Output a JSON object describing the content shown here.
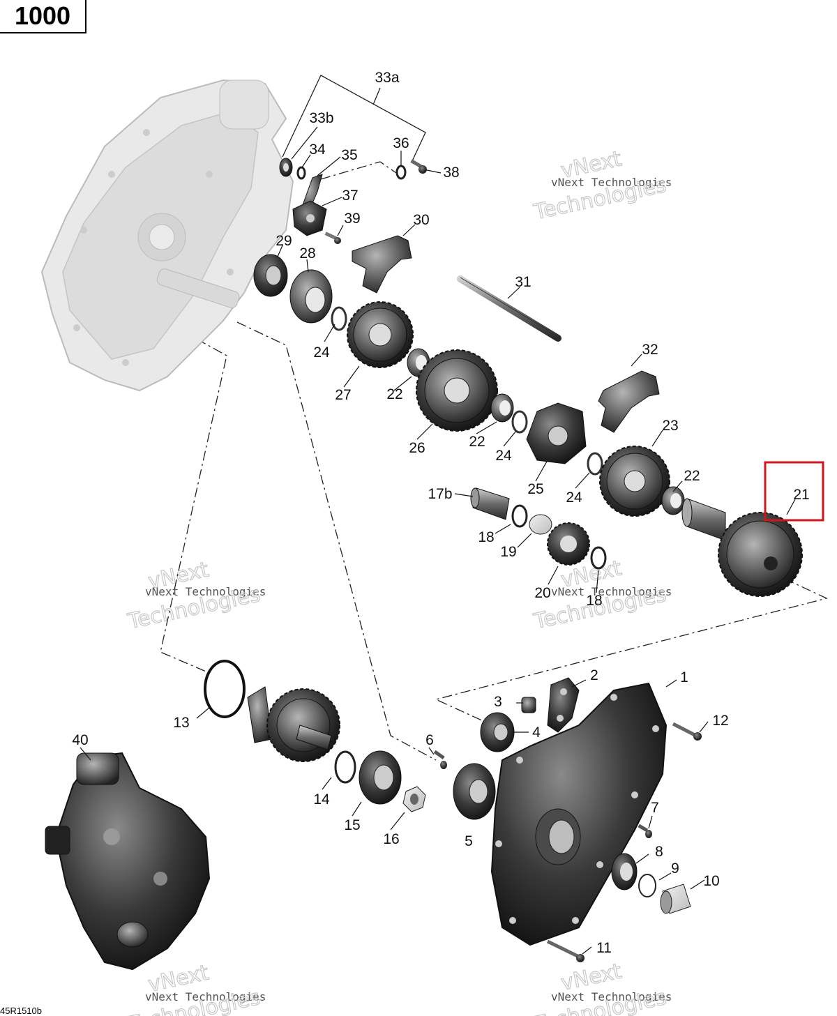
{
  "page_number": "1000",
  "reference_code": "45R1510b",
  "highlighted_part": "21",
  "highlight_color": "#d0161b",
  "watermark": {
    "line1": "vNext",
    "line2": "Technologies",
    "small": "vNext Technologies"
  },
  "callouts": [
    {
      "id": "1",
      "label": "1"
    },
    {
      "id": "2",
      "label": "2"
    },
    {
      "id": "3",
      "label": "3"
    },
    {
      "id": "4",
      "label": "4"
    },
    {
      "id": "5",
      "label": "5"
    },
    {
      "id": "6",
      "label": "6"
    },
    {
      "id": "7",
      "label": "7"
    },
    {
      "id": "8",
      "label": "8"
    },
    {
      "id": "9",
      "label": "9"
    },
    {
      "id": "10",
      "label": "10"
    },
    {
      "id": "11",
      "label": "11"
    },
    {
      "id": "12",
      "label": "12"
    },
    {
      "id": "13",
      "label": "13"
    },
    {
      "id": "14",
      "label": "14"
    },
    {
      "id": "15",
      "label": "15"
    },
    {
      "id": "16",
      "label": "16"
    },
    {
      "id": "17b",
      "label": "17b"
    },
    {
      "id": "18a",
      "label": "18"
    },
    {
      "id": "18b",
      "label": "18"
    },
    {
      "id": "19",
      "label": "19"
    },
    {
      "id": "20",
      "label": "20"
    },
    {
      "id": "21",
      "label": "21"
    },
    {
      "id": "22a",
      "label": "22"
    },
    {
      "id": "22b",
      "label": "22"
    },
    {
      "id": "22c",
      "label": "22"
    },
    {
      "id": "23",
      "label": "23"
    },
    {
      "id": "24a",
      "label": "24"
    },
    {
      "id": "24b",
      "label": "24"
    },
    {
      "id": "24c",
      "label": "24"
    },
    {
      "id": "25",
      "label": "25"
    },
    {
      "id": "26",
      "label": "26"
    },
    {
      "id": "27",
      "label": "27"
    },
    {
      "id": "28",
      "label": "28"
    },
    {
      "id": "29",
      "label": "29"
    },
    {
      "id": "30",
      "label": "30"
    },
    {
      "id": "31",
      "label": "31"
    },
    {
      "id": "32",
      "label": "32"
    },
    {
      "id": "33a",
      "label": "33a"
    },
    {
      "id": "33b",
      "label": "33b"
    },
    {
      "id": "34",
      "label": "34"
    },
    {
      "id": "35",
      "label": "35"
    },
    {
      "id": "36",
      "label": "36"
    },
    {
      "id": "37",
      "label": "37"
    },
    {
      "id": "38",
      "label": "38"
    },
    {
      "id": "39",
      "label": "39"
    },
    {
      "id": "40",
      "label": "40"
    }
  ]
}
